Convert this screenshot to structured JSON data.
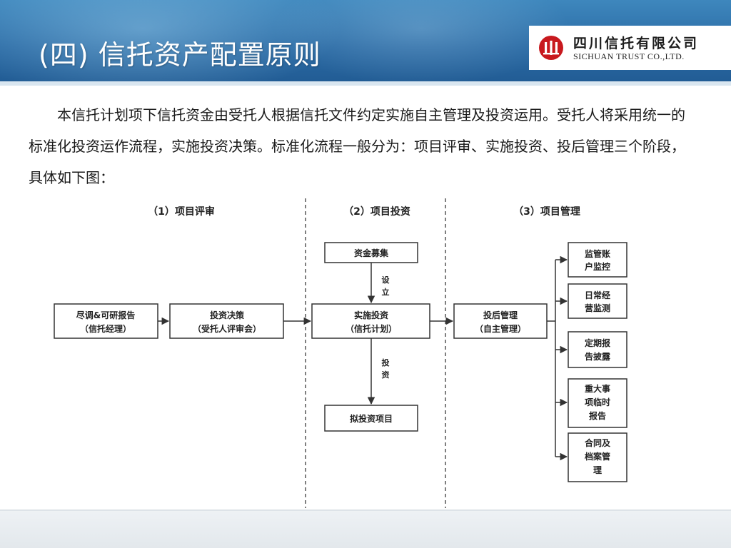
{
  "slide": {
    "title": "(四) 信托资产配置原则",
    "intro": "本信托计划项下信托资金由受托人根据信托文件约定实施自主管理及投资运用。受托人将采用统一的标准化投资运作流程，实施投资决策。标准化流程一般分为：项目评审、实施投资、投后管理三个阶段，具体如下图："
  },
  "logo": {
    "name_cn": "四川信托有限公司",
    "name_en": "SICHUAN TRUST CO.,LTD.",
    "emblem_color": "#c8191e"
  },
  "flow": {
    "stages": [
      "（1）项目评审",
      "（2）项目投资",
      "（3）项目管理"
    ],
    "boxes": {
      "due_diligence": [
        "尽调&可研报告",
        "（信托经理）"
      ],
      "decision": [
        "投资决策",
        "（受托人评审会）"
      ],
      "fundraise": [
        "资金募集"
      ],
      "execute": [
        "实施投资",
        "（信托计划）"
      ],
      "post_mgmt": [
        "投后管理",
        "（自主管理）"
      ],
      "target": [
        "拟投资项目"
      ]
    },
    "edge_labels": {
      "setup": [
        "设",
        "立"
      ],
      "invest": [
        "投",
        "资"
      ]
    },
    "mgmt_items": [
      [
        "监管账",
        "户监控"
      ],
      [
        "日常经",
        "营监测"
      ],
      [
        "定期报",
        "告披露"
      ],
      [
        "重大事",
        "项临时",
        "报告"
      ],
      [
        "合同及",
        "档案管",
        "理"
      ]
    ]
  },
  "colors": {
    "header_blue": "#2a6aa4",
    "box_border": "#333333",
    "divider": "#555555"
  }
}
